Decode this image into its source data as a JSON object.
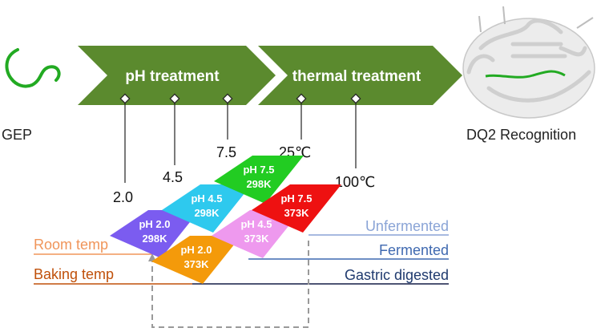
{
  "labels": {
    "gep": "GEP",
    "dq2": "DQ2 Recognition",
    "arrow_ph": "pH treatment",
    "arrow_thermal": "thermal treatment",
    "ph_20": "2.0",
    "ph_45": "4.5",
    "ph_75": "7.5",
    "temp_25": "25℃",
    "temp_100": "100℃",
    "room_temp": "Room temp",
    "baking_temp": "Baking temp",
    "unfermented": "Unfermented",
    "fermented": "Fermented",
    "gastric": "Gastric digested"
  },
  "cells": [
    {
      "id": "ph20-298",
      "line1": "pH 2.0",
      "line2": "298K",
      "color": "#7b5cf0"
    },
    {
      "id": "ph45-298",
      "line1": "pH 4.5",
      "line2": "298K",
      "color": "#2ec9ee"
    },
    {
      "id": "ph75-298",
      "line1": "pH 7.5",
      "line2": "298K",
      "color": "#22cc22"
    },
    {
      "id": "ph20-373",
      "line1": "pH 2.0",
      "line2": "373K",
      "color": "#f49a0a"
    },
    {
      "id": "ph45-373",
      "line1": "pH 4.5",
      "line2": "373K",
      "color": "#ee99ee"
    },
    {
      "id": "ph75-373",
      "line1": "pH 7.5",
      "line2": "373K",
      "color": "#ee1111"
    }
  ],
  "colors": {
    "arrow": "#5b8a2e",
    "room_temp": "#f0955a",
    "baking_temp": "#c0500a",
    "unfermented": "#8aa4d6",
    "fermented": "#3f69b0",
    "gastric": "#1f3a6e",
    "peptide": "#22aa22"
  }
}
